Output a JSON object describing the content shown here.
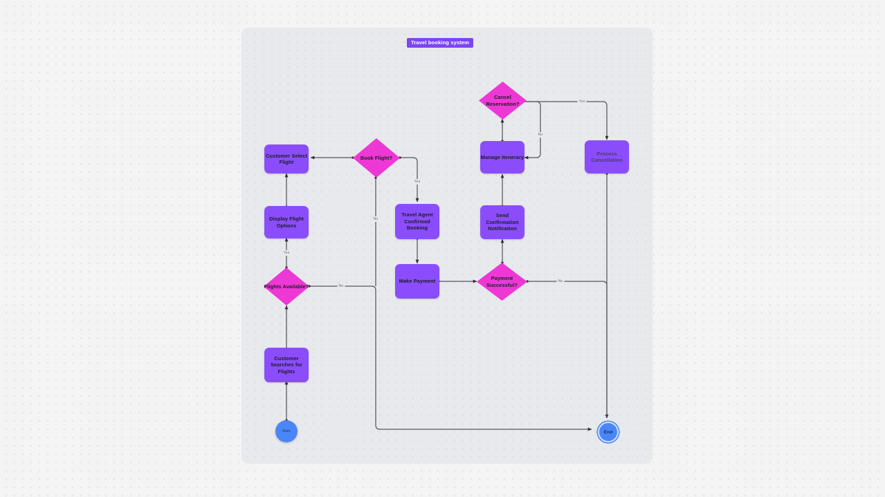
{
  "canvas": {
    "title": "Travel booking system",
    "background_color": "#f4f4f5",
    "card_color": "#e8e9ec",
    "grid": "dotted"
  },
  "theme": {
    "process_fill": "#8b4dfb",
    "decision_fill": "#ed38d6",
    "terminal_fill": "#4a86f7",
    "title_badge_fill": "#7c45f5",
    "edge_color": "#4a4a52",
    "selection_ring": "#4a86f7"
  },
  "nodes": [
    {
      "id": "start",
      "label": "Start",
      "type": "terminal"
    },
    {
      "id": "customer-searches-for-flights",
      "label": "Customer Searches for Flights",
      "type": "process"
    },
    {
      "id": "flights-available",
      "label": "Flights Available?",
      "type": "decision"
    },
    {
      "id": "display-flight-options",
      "label": "Display Flight Options",
      "type": "process"
    },
    {
      "id": "customer-select-flight",
      "label": "Customer Select Flight",
      "type": "process"
    },
    {
      "id": "book-flight",
      "label": "Book Flight?",
      "type": "decision"
    },
    {
      "id": "travel-agent-confirmed-booking",
      "label": "Travel Agent Confirmed Booking",
      "type": "process"
    },
    {
      "id": "make-payment",
      "label": "Make Payment",
      "type": "process"
    },
    {
      "id": "payment-successful",
      "label": "Payment Successful?",
      "type": "decision"
    },
    {
      "id": "send-confirmation-notification",
      "label": "Send Confirmation Notification",
      "type": "process"
    },
    {
      "id": "manage-itenerary",
      "label": "Manage Itenerary",
      "type": "process"
    },
    {
      "id": "cancel-reservation",
      "label": "Cancel Reservation?",
      "type": "decision"
    },
    {
      "id": "process-cancellation",
      "label": "Process Cancellation",
      "type": "process"
    }
  ],
  "edge_labels": {
    "flights_available_yes": "Yes",
    "flights_available_no": "No",
    "book_flight_yes": "Yes",
    "book_flight_no": "No",
    "payment_successful_no": "No",
    "cancel_reservation_yes": "Yes",
    "cancel_reservation_no": "No"
  },
  "selection": {
    "selected_node": "End"
  }
}
